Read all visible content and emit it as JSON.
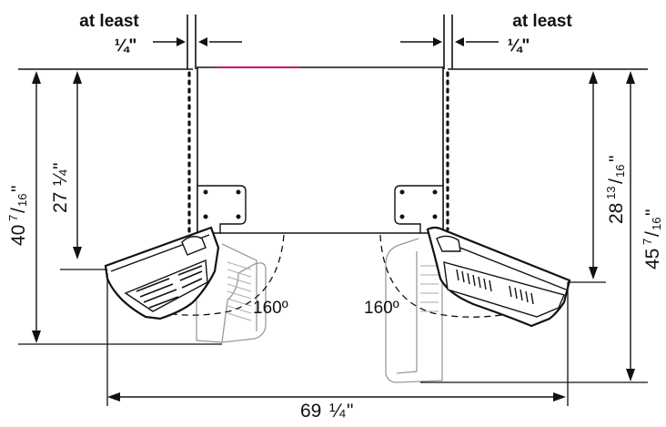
{
  "labels": {
    "clearance_left_line1": "at least",
    "clearance_left_line2": "¼\"",
    "clearance_right_line1": "at least",
    "clearance_right_line2": "¼\"",
    "depth_doors_closed_whole": "40",
    "depth_doors_closed_frac_num": "7",
    "depth_doors_closed_frac_den": "16",
    "depth_doors_closed_unit": "\"",
    "door_left_depth_whole": "27",
    "door_left_depth_frac": "¼",
    "door_left_depth_unit": "\"",
    "door_right_depth_whole": "28",
    "door_right_depth_frac_num": "13",
    "door_right_depth_frac_den": "16",
    "door_right_depth_unit": "\"",
    "total_depth_whole": "45",
    "total_depth_frac_num": "7",
    "total_depth_frac_den": "16",
    "total_depth_unit": "\"",
    "width_open_whole": "69",
    "width_open_frac": "¼",
    "width_open_unit": "\"",
    "angle_left": "160º",
    "angle_right": "160º"
  },
  "colors": {
    "line": "#111111",
    "ghost": "#9a9a9a",
    "accent_top": "#c0166a"
  }
}
